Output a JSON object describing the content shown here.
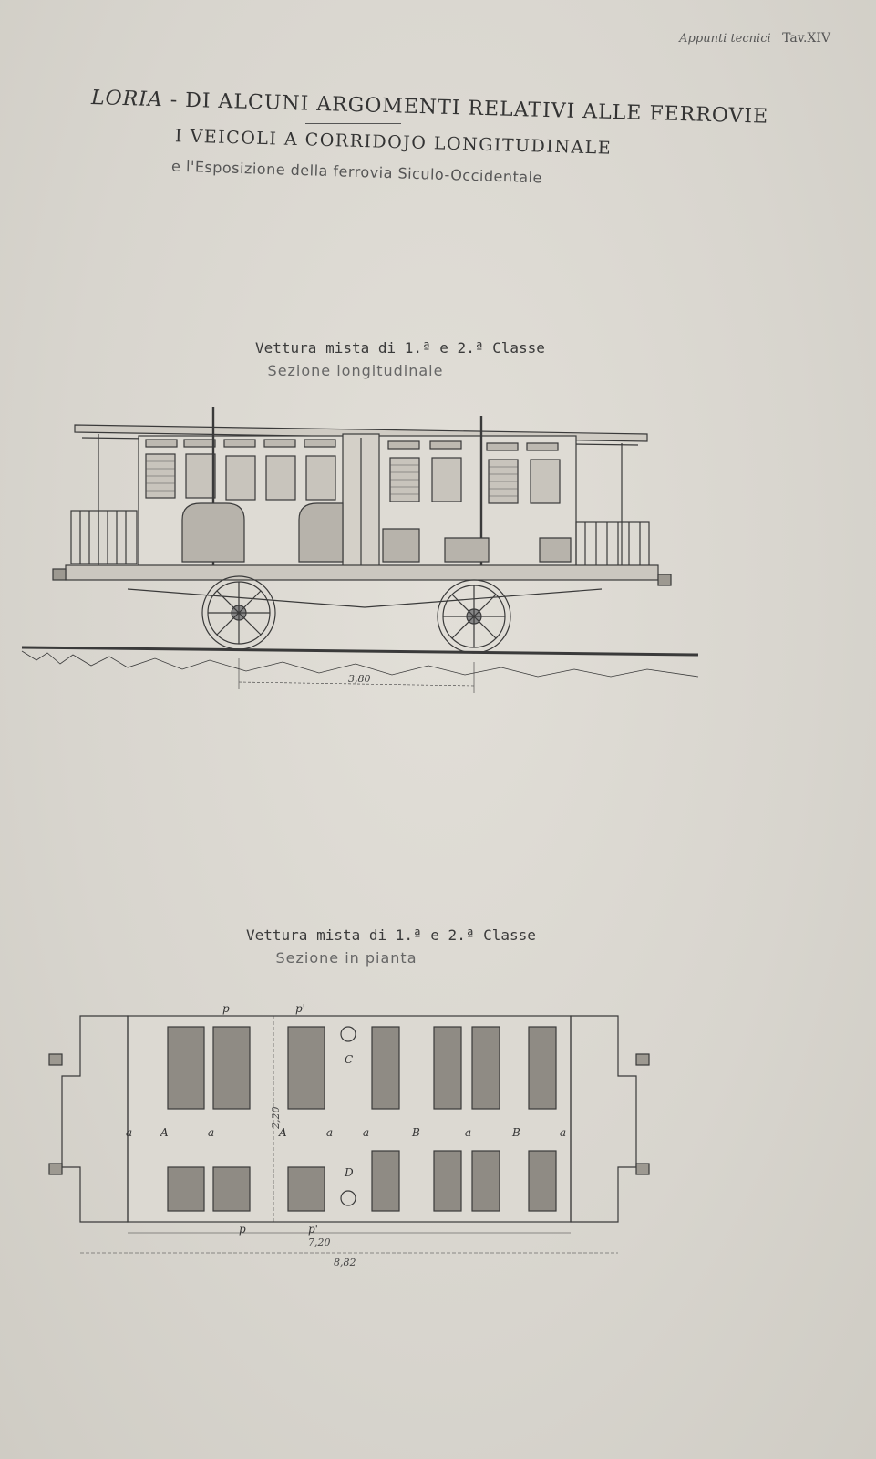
{
  "header": {
    "series": "Appunti tecnici",
    "plate": "Tav.XIV"
  },
  "title": {
    "author": "LORIA",
    "line1": "- DI ALCUNI ARGOMENTI RELATIVI ALLE FERROVIE",
    "line2": "I VEICOLI A CORRIDOJO LONGITUDINALE",
    "line3": "e l'Esposizione della ferrovia Siculo-Occidentale"
  },
  "figure1": {
    "caption": "Vettura mista di 1.ª e 2.ª Classe",
    "subcaption": "Sezione longitudinale",
    "dimension": "3,80"
  },
  "figure2": {
    "caption": "Vettura mista di 1.ª e 2.ª Classe",
    "subcaption": "Sezione in pianta",
    "labels": {
      "p": "p",
      "p_prime": "p'",
      "a": "a",
      "A": "A",
      "B": "B",
      "C": "C",
      "D": "D",
      "width": "2,20",
      "length_inner": "7,20",
      "length_total": "8,82"
    }
  },
  "colors": {
    "paper": "#dad7d0",
    "ink": "#3a3a3a"
  }
}
